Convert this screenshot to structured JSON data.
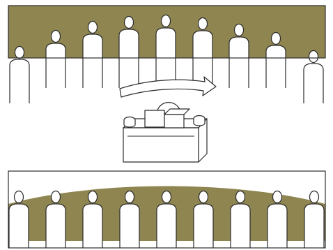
{
  "diagram": {
    "colors": {
      "band": "#8f8550",
      "band_dark": "#857c47",
      "arrow_fill": "#efe9c9",
      "outline": "#2b2b2b",
      "paper": "#ffffff"
    },
    "top_panel": {
      "figure_count": 9,
      "band_shape": "flat"
    },
    "bottom_panel": {
      "figure_count": 9,
      "band_shape": "curved"
    },
    "arrow": {
      "direction": "left-to-right"
    },
    "icons": {
      "camera": "panoramic-camera-icon",
      "figure": "person-silhouette-icon",
      "arrow": "rotation-arrow-icon"
    }
  }
}
